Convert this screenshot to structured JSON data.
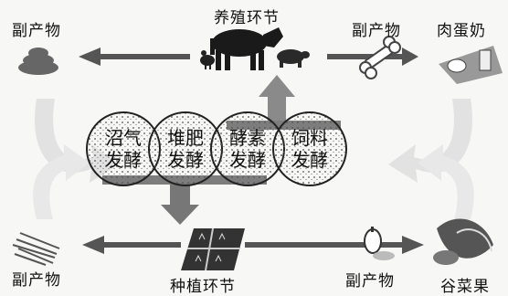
{
  "labels": {
    "breeding": "养殖环节",
    "planting": "种植环节",
    "byproduct_top_left": "副产物",
    "byproduct_top_right": "副产物",
    "byproduct_bottom_left": "副产物",
    "byproduct_bottom_right": "副产物",
    "meat_egg_milk": "肉蛋奶",
    "grain_veg_fruit": "谷菜果"
  },
  "fermentation": [
    {
      "line1": "沼气",
      "line2": "发酵"
    },
    {
      "line1": "堆肥",
      "line2": "发酵"
    },
    {
      "line1": "酵素",
      "line2": "发酵"
    },
    {
      "line1": "饲料",
      "line2": "发酵"
    }
  ]
}
